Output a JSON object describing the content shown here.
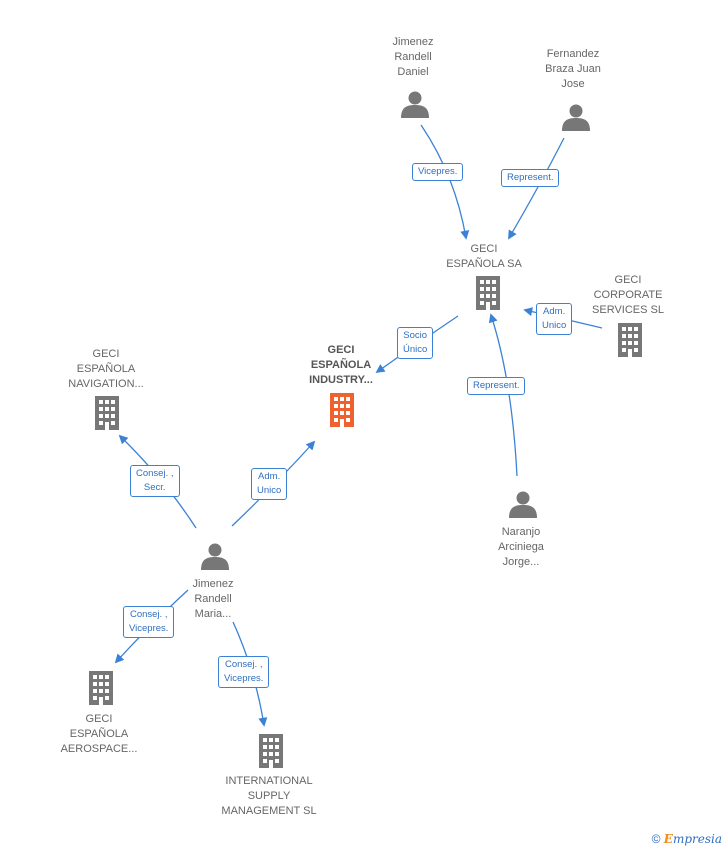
{
  "nodes": {
    "jimenez_daniel": "Jimenez\nRandell\nDaniel",
    "fernandez": "Fernandez\nBraza Juan\nJose",
    "geci_sa": "GECI\nESPAÑOLA SA",
    "geci_corporate": "GECI\nCORPORATE\nSERVICES  SL",
    "geci_navigation": "GECI\nESPAÑOLA\nNAVIGATION...",
    "geci_industry": "GECI\nESPAÑOLA\nINDUSTRY...",
    "naranjo": "Naranjo\nArciniega\nJorge...",
    "jimenez_maria": "Jimenez\nRandell\nMaria...",
    "geci_aerospace": "GECI\nESPAÑOLA\nAEROSPACE...",
    "international": "INTERNATIONAL\nSUPPLY\nMANAGEMENT SL"
  },
  "edges": {
    "vicepres": "Vicepres.",
    "represent_1": "Represent.",
    "adm_unico_1": "Adm.\nUnico",
    "socio_unico": "Socio\nÚnico",
    "represent_2": "Represent.",
    "consej_secr": "Consej. ,\nSecr.",
    "adm_unico_2": "Adm.\nUnico",
    "consej_vicepres_1": "Consej. ,\nVicepres.",
    "consej_vicepres_2": "Consej. ,\nVicepres."
  },
  "colors": {
    "edge": "#3b82d6",
    "node_gray": "#777777",
    "node_highlight": "#f0622d"
  },
  "footer": {
    "copyright": "©",
    "brand_initial": "E",
    "brand_rest": "mpresia"
  }
}
